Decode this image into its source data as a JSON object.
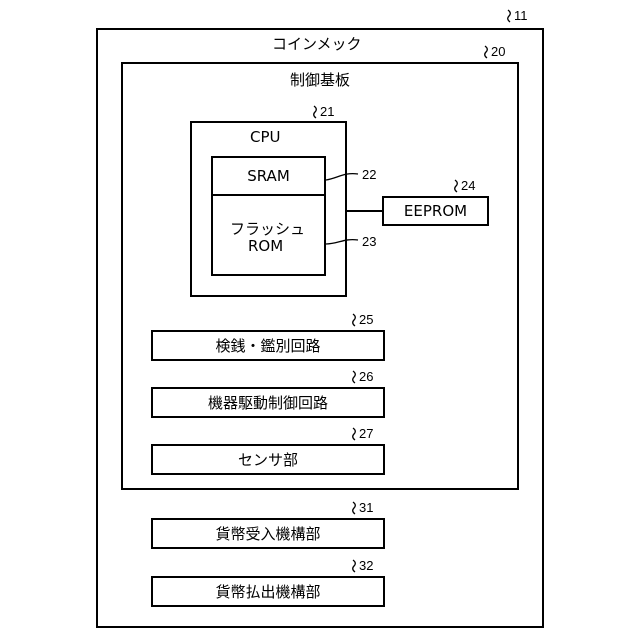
{
  "coinmech": {
    "label": "コインメック",
    "ref": "11"
  },
  "board": {
    "label": "制御基板",
    "ref": "20"
  },
  "cpu": {
    "label": "CPU",
    "ref": "21"
  },
  "sram": {
    "label": "SRAM",
    "ref": "22"
  },
  "flash": {
    "label_line1": "フラッシュ",
    "label_line2": "ROM",
    "ref": "23"
  },
  "eeprom": {
    "label": "EEPROM",
    "ref": "24"
  },
  "circuits": [
    {
      "label": "検銭・鑑別回路",
      "ref": "25"
    },
    {
      "label": "機器駆動制御回路",
      "ref": "26"
    },
    {
      "label": "センサ部",
      "ref": "27"
    }
  ],
  "mechanisms": [
    {
      "label": "貨幣受入機構部",
      "ref": "31"
    },
    {
      "label": "貨幣払出機構部",
      "ref": "32"
    }
  ]
}
